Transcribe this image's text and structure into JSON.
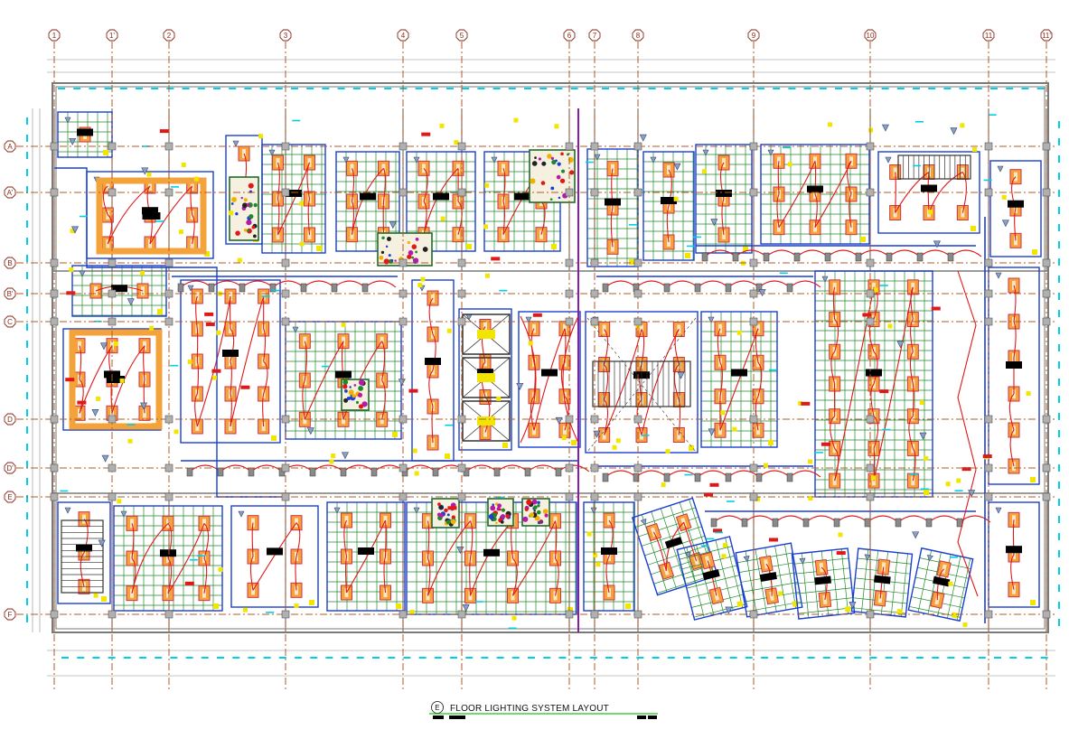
{
  "drawing": {
    "title": "FLOOR LIGHTING SYSTEM LAYOUT",
    "title_marker": "E"
  },
  "grid": {
    "columns": [
      "1",
      "1'",
      "2",
      "3",
      "4",
      "5",
      "6",
      "7",
      "8",
      "9",
      "10",
      "11",
      "11'"
    ],
    "rows": [
      "A",
      "A'",
      "B",
      "B'",
      "C",
      "D",
      "D'",
      "E",
      "F"
    ]
  },
  "colors": {
    "background": "#ffffff",
    "wall": "#7a7a7a",
    "grid_line": "#b35a2a",
    "ceiling_grid": "#1f8a2a",
    "fixture": "#f4a33a",
    "fixture_edge": "#d0324a",
    "circuit": "#e01818",
    "feeder": "#1a3fd1",
    "dimension": "#00d0e6",
    "marker": "#f2e600",
    "tag": "#000000",
    "accent": "#8a1aa8",
    "title_underline": "#19c419"
  }
}
